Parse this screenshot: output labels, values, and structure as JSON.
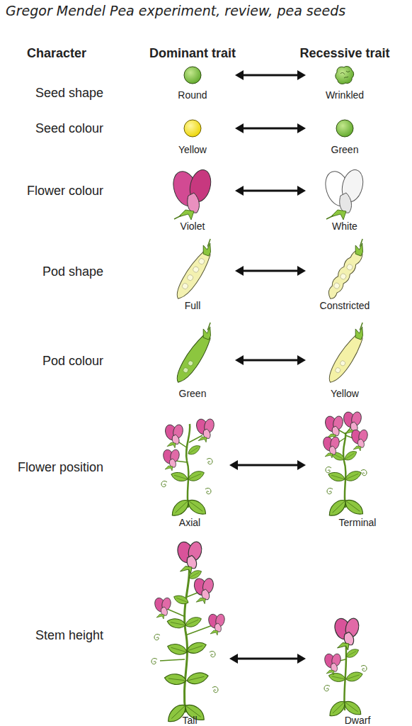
{
  "diagram": {
    "title": "Gregor Mendel Pea experiment, review, pea seeds",
    "nodes": [
      {
        "text": [
          "Round"
        ]
      },
      {
        "text": [
          "Wrinkled"
        ]
      },
      {
        "text": [
          "Yellow"
        ]
      },
      {
        "text": [
          "Green"
        ]
      },
      {
        "text": [
          "Violet"
        ]
      },
      {
        "text": [
          "White"
        ]
      },
      {
        "text": [
          "Full"
        ]
      },
      {
        "text": [
          "Constricted"
        ]
      },
      {
        "text": [
          "Green"
        ]
      },
      {
        "text": [
          "Yellow"
        ]
      },
      {
        "text": [
          "Axial"
        ]
      },
      {
        "text": [
          "Terminal"
        ]
      },
      {
        "text": [
          "Tall"
        ]
      },
      {
        "text": [
          "Dwarf"
        ]
      }
    ],
    "edges": [
      {
        "from": 0,
        "to": 1,
        "arrow": "both"
      },
      {
        "from": 2,
        "to": 3,
        "arrow": "both"
      },
      {
        "from": 4,
        "to": 5,
        "arrow": "both"
      },
      {
        "from": 6,
        "to": 7,
        "arrow": "both"
      },
      {
        "from": 8,
        "to": 9,
        "arrow": "both"
      },
      {
        "from": 10,
        "to": 11,
        "arrow": "both"
      },
      {
        "from": 12,
        "to": 13,
        "arrow": "both"
      }
    ],
    "labels": [
      "Character",
      "Dominant trait",
      "Recessive trait",
      "Seed shape",
      "Seed colour",
      "Flower colour",
      "Pod shape",
      "Pod colour",
      "Flower position",
      "Stem height"
    ]
  }
}
